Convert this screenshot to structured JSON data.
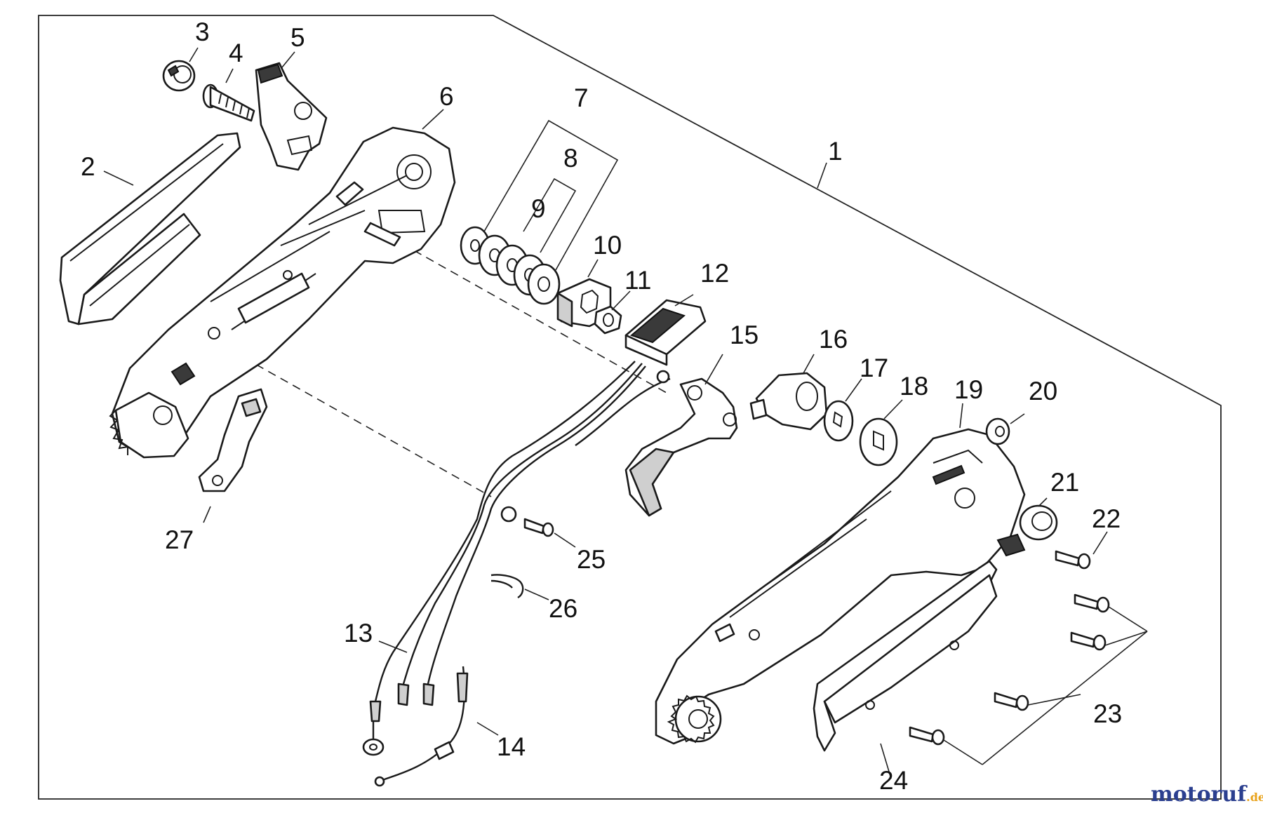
{
  "diagram": {
    "callouts": [
      "1",
      "2",
      "3",
      "4",
      "5",
      "6",
      "7",
      "8",
      "9",
      "10",
      "11",
      "12",
      "13",
      "14",
      "15",
      "16",
      "17",
      "18",
      "19",
      "20",
      "21",
      "22",
      "23",
      "24",
      "25",
      "26",
      "27"
    ]
  },
  "watermark": {
    "brand": "motoruf",
    "suffix": ".de",
    "colors": {
      "primary": "#2b3f8f",
      "accent": "#e8a21a"
    }
  }
}
